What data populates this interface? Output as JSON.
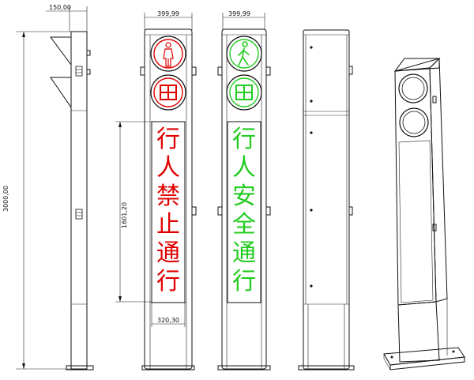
{
  "dimensions": {
    "pole_width": "150,00",
    "total_height": "3000,00",
    "head_width_red": "399,99",
    "head_width_green": "399,99",
    "panel_height": "1601,20",
    "panel_width": "320,30"
  },
  "signs": {
    "red": {
      "chars": [
        "行",
        "人",
        "禁",
        "止",
        "通",
        "行"
      ],
      "color": "#e00000"
    },
    "green": {
      "chars": [
        "行",
        "人",
        "安",
        "全",
        "通",
        "行"
      ],
      "color": "#22cc22"
    }
  },
  "icons": {
    "red_top": "standing-pedestrian-icon",
    "red_bottom": "window-grid-icon",
    "green_top": "walking-pedestrian-icon",
    "green_bottom": "window-grid-icon"
  },
  "colors": {
    "line": "#111111",
    "red": "#e00000",
    "green": "#22cc22"
  }
}
